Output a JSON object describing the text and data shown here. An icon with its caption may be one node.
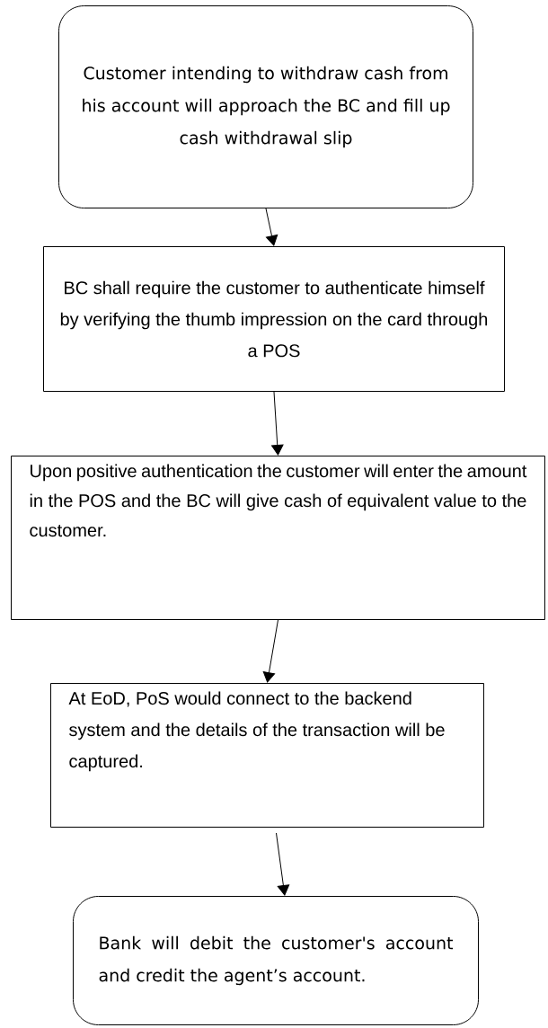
{
  "diagram": {
    "nodes": [
      {
        "text": [
          "Customer intending to withdraw cash from his account will approach the BC and fill up cash withdrawal slip"
        ]
      },
      {
        "text": [
          "BC shall require the customer to authenticate himself by verifying the thumb impression on the card through a POS"
        ]
      },
      {
        "text": [
          "Upon positive authentication the customer will enter the amount in the POS and the BC will give cash of equivalent value to the customer."
        ]
      },
      {
        "text": [
          "At EoD, PoS would connect to the backend system and the details of the transaction will be captured."
        ]
      },
      {
        "text": [
          "Bank will debit the customer's account and credit the agent’s account."
        ]
      }
    ],
    "edges": [
      {
        "from": 0,
        "to": 1,
        "arrow": "to"
      },
      {
        "from": 1,
        "to": 2,
        "arrow": "to"
      },
      {
        "from": 2,
        "to": 3,
        "arrow": "to"
      },
      {
        "from": 3,
        "to": 4,
        "arrow": "to"
      }
    ]
  }
}
